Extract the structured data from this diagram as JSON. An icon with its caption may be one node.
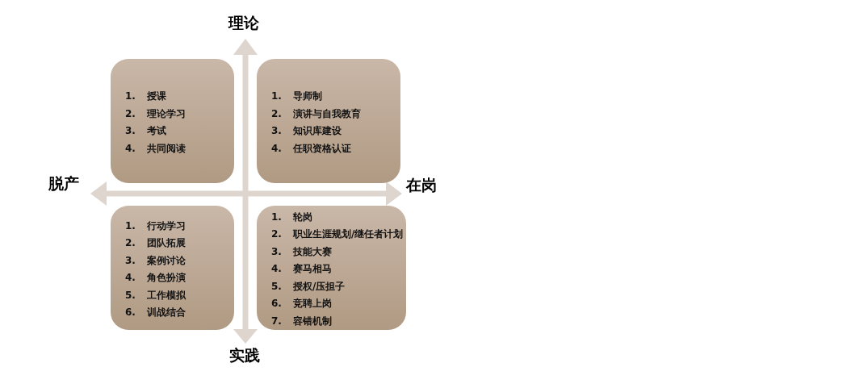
{
  "diagram": {
    "nodes": [
      {
        "text": [
          "1. 授课",
          "2. 理论学习",
          "3. 考试",
          "4. 共同阅读"
        ]
      },
      {
        "text": [
          "1. 导师制",
          "2. 演讲与自我教育",
          "3. 知识库建设",
          "4. 任职资格认证"
        ]
      },
      {
        "text": [
          "1. 行动学习",
          "2. 团队拓展",
          "3. 案例讨论",
          "4. 角色扮演",
          "5. 工作模拟",
          "6. 训战结合"
        ]
      },
      {
        "text": [
          "1. 轮岗",
          "2. 职业生涯规划/继任者计划",
          "3. 技能大赛",
          "4. 赛马相马",
          "5. 授权/压担子",
          "6. 竞聘上岗",
          "7. 容错机制"
        ]
      }
    ],
    "edges": [],
    "labels": [
      "理论",
      "脱产",
      "在岗",
      "实践"
    ]
  }
}
